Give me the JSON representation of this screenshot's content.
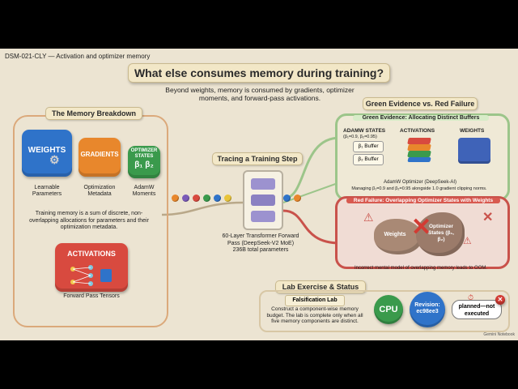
{
  "header": {
    "text": "DSM-021-CLY — Activation and optimizer memory"
  },
  "title": "What else consumes memory during training?",
  "subtitle": "Beyond weights, memory is consumed by gradients, optimizer moments, and forward-pass activations.",
  "breakdown": {
    "label": "The Memory Breakdown",
    "weights": {
      "jar": "WEIGHTS",
      "caption": "Learnable Parameters"
    },
    "gradients": {
      "jar": "GRADIENTS",
      "caption": "Optimization Metadata"
    },
    "optimizer": {
      "jar": "OPTIMIZER STATES",
      "symbols": "β₁ β₂",
      "caption": "AdamW Moments"
    },
    "summary": "Training memory is a sum of discrete, non-overlapping allocations for parameters and their optimization metadata.",
    "activations": {
      "jar": "ACTIVATIONS",
      "caption": "Forward Pass Tensors"
    }
  },
  "tracing": {
    "label": "Tracing a Training Step",
    "model_caption": "60-Layer Transformer Forward Pass (DeepSeek-V2 MoE) 236B total parameters"
  },
  "evidence": {
    "label": "Green Evidence vs. Red Failure",
    "green_title": "Green Evidence: Allocating Distinct Buffers",
    "adamw_states": "ADAMW STATES",
    "betas": "(β₁=0.9, β₂=0.95)",
    "beta1_buffer": "β₁ Buffer",
    "beta2_buffer": "β₂ Buffer",
    "activations": "ACTIVATIONS",
    "weights": "WEIGHTS",
    "optimizer_note": "AdamW Optimizer (DeepSeek-AI)",
    "green_caption": "Managing β₁=0.9 and β₂=0.95 alongside 1.0 gradient clipping norms.",
    "red_title": "Red Failure: Overlapping Optimizer States with Weights",
    "weights_blob": "Weights",
    "optimizer_blob": "Optimizer States (β₁, β₂)",
    "red_caption": "Incorrect mental model of overlapping memory leads to OOM."
  },
  "lab": {
    "label": "Lab Exercise & Status",
    "falsification": "Falsification Lab",
    "instruction": "Construct a component-wise memory budget. The lab is complete only when all five memory components are distinct.",
    "cpu": "CPU",
    "revision": "Revision: ec98ee3",
    "status": "planned—not executed"
  },
  "watermark": "Gemini Notebook",
  "colors": {
    "weights": "#2f73c9",
    "gradients": "#e8872c",
    "optimizer": "#3a9a4c",
    "activations": "#d84a3f",
    "green": "#9cc58a",
    "red": "#c9524b"
  }
}
